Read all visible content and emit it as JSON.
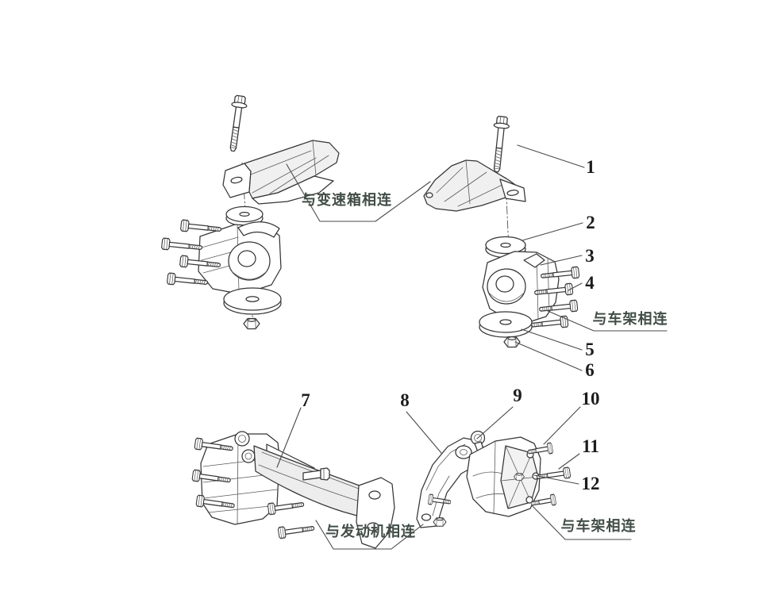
{
  "page": {
    "background": "#ffffff"
  },
  "diagram": {
    "type": "exploded-parts-diagram",
    "subject": "engine-and-transmission-mount-assemblies",
    "labels": {
      "transmission": "与变速箱相连",
      "frame_upper": "与车架相连",
      "engine": "与发动机相连",
      "frame_lower": "与车架相连"
    },
    "callouts": [
      "1",
      "2",
      "3",
      "4",
      "5",
      "6",
      "7",
      "8",
      "9",
      "10",
      "11",
      "12"
    ],
    "colors": {
      "line": "#353535",
      "leader": "#4a4a4a",
      "label_text": "#414d46",
      "number_text": "#1c1c1c",
      "background": "#ffffff"
    }
  }
}
